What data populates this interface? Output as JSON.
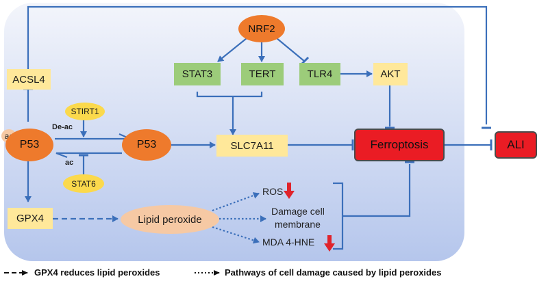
{
  "nodes": {
    "nrf2": "NRF2",
    "stat3": "STAT3",
    "tert": "TERT",
    "tlr4": "TLR4",
    "akt": "AKT",
    "acsl4": "ACSL4",
    "stirt1": "STIRT1",
    "stat6": "STAT6",
    "p53_ac": "P53",
    "ac_badge": "ac",
    "p53": "P53",
    "slc7a11": "SLC7A11",
    "ferroptosis": "Ferroptosis",
    "ali": "ALI",
    "gpx4": "GPX4",
    "lipid_peroxide": "Lipid peroxide",
    "ros": "ROS",
    "damage_line1": "Damage cell",
    "damage_line2": "membrane",
    "mda": "MDA  4-HNE",
    "deac_label": "De-ac",
    "ac_label": "ac"
  },
  "legend": {
    "dashed": "GPX4 reduces lipid peroxides",
    "dotted": "Pathways of cell damage caused by lipid peroxides"
  },
  "colors": {
    "panel_top": "#f3f5fb",
    "panel_bottom": "#b5c6ec",
    "edge": "#3b6fba",
    "yellow": "#ffe89a",
    "green": "#9ccc7a",
    "orange": "#ee7a2c",
    "peach": "#f6c9a4",
    "red": "#ea1c24"
  }
}
